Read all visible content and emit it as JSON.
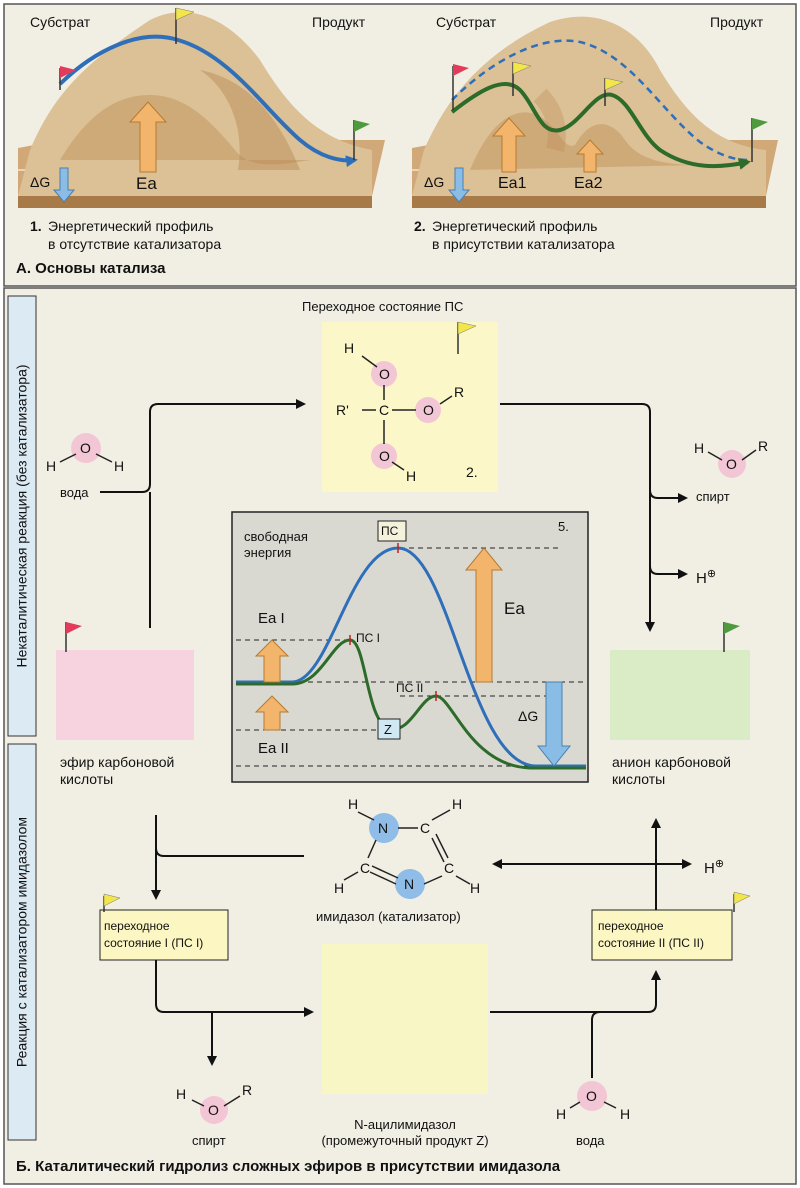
{
  "colors": {
    "panel_a_bg": "#f1efe4",
    "panel_b_bg": "#f1efe4",
    "landscape_fill": "#d8b98a",
    "landscape_shadow": "#b98b57",
    "uncatalyzed_curve": "#2f6fba",
    "catalyzed_curve": "#2d6b2a",
    "ts_box": "#fbf7c9",
    "ester_box": "#f6d3df",
    "anion_box": "#d9ecc6",
    "intermediate_box": "#f8f6c4",
    "orange_arrow": "#f3b56b",
    "blue_arrow": "#89bde6",
    "atom_pink": "#f3c6d6",
    "atom_blue": "#8fbde8",
    "side_label_bg": "#dceaf4",
    "graph_bg": "#d9d9d2",
    "flag_red": "#e23b5c",
    "flag_yellow": "#f2e64a",
    "flag_green": "#4f9a3f"
  },
  "panel_a": {
    "diagram1": {
      "substrate": "Субстрат",
      "product": "Продукт",
      "dg": "ΔG",
      "ea": "Ea",
      "number": "1.",
      "caption_line1": "Энергетический профиль",
      "caption_line2": "в отсутствие катализатора"
    },
    "diagram2": {
      "substrate": "Субстрат",
      "product": "Продукт",
      "dg": "ΔG",
      "ea1": "Ea1",
      "ea2": "Ea2",
      "number": "2.",
      "caption_line1": "Энергетический профиль",
      "caption_line2": "в присутствии катализатора"
    },
    "title": "А. Основы катализа"
  },
  "panel_b": {
    "side_uncatalyzed": "Некаталитическая реакция (без катализатора)",
    "side_catalyzed": "Реакция с катализатором имидазолом",
    "ts_title": "Переходное состояние ПС",
    "ts_number": "2.",
    "ts_atoms": {
      "h1": "H",
      "o1": "O",
      "r_prime": "R'",
      "c": "C",
      "o2": "O",
      "r": "R",
      "o3": "O",
      "h2": "H"
    },
    "water_top": {
      "h1": "H",
      "o": "O",
      "h2": "H",
      "label": "вода"
    },
    "alcohol_top": {
      "h": "H",
      "o": "O",
      "r": "R",
      "label": "спирт"
    },
    "hplus_top": "H",
    "ester_label_line1": "эфир карбоновой",
    "ester_label_line2": "кислоты",
    "anion_label_line1": "анион карбоновой",
    "anion_label_line2": "кислоты",
    "graph": {
      "number": "5.",
      "ylabel_line1": "свободная",
      "ylabel_line2": "энергия",
      "ts": "ПС",
      "ts1": "ПС I",
      "ts2": "ПС II",
      "z": "Z",
      "ea": "Ea",
      "ea1": "Ea I",
      "ea2": "Ea II",
      "dg": "ΔG"
    },
    "imidazole": {
      "n1": "N",
      "n2": "N",
      "c": "C",
      "h": "H",
      "label": "имидазол (катализатор)"
    },
    "hplus_mid": "H",
    "ts1_label_line1": "переходное",
    "ts1_label_line2": "состояние I (ПС I)",
    "ts2_label_line1": "переходное",
    "ts2_label_line2": "состояние II (ПС II)",
    "alcohol_bottom": {
      "h": "H",
      "o": "O",
      "r": "R",
      "label": "спирт"
    },
    "intermediate_line1": "N-ацилимидазол",
    "intermediate_line2": "(промежуточный продукт Z)",
    "water_bottom": {
      "h1": "H",
      "o": "O",
      "h2": "H",
      "label": "вода"
    },
    "title": "Б. Каталитический гидролиз сложных эфиров в присутствии имидазола"
  }
}
